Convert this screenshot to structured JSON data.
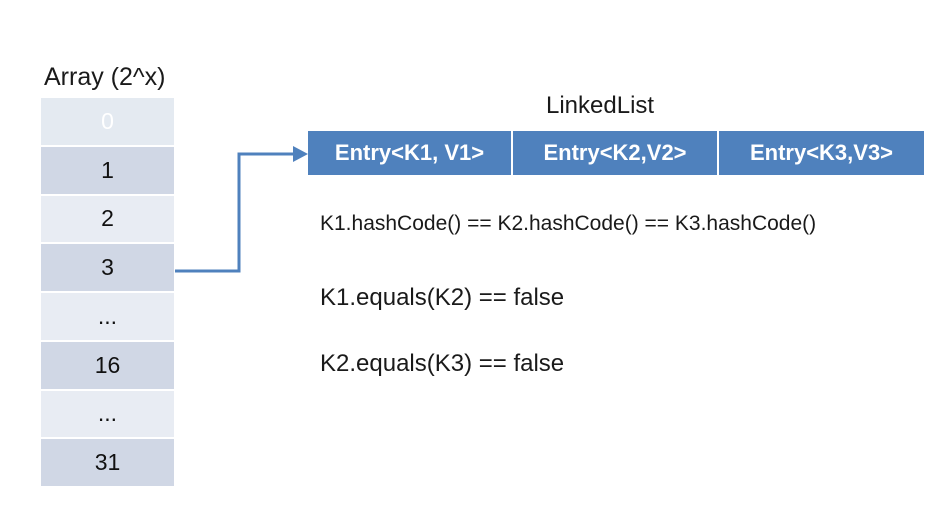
{
  "array": {
    "title": "Array (2^x)",
    "cells": [
      "0",
      "1",
      "2",
      "3",
      "...",
      "16",
      "...",
      "31"
    ]
  },
  "linked_list": {
    "title": "LinkedList",
    "entries": [
      "Entry<K1, V1>",
      "Entry<K2,V2>",
      "Entry<K3,V3>"
    ]
  },
  "statements": {
    "hash": "K1.hashCode() == K2.hashCode() == K3.hashCode()",
    "equals_1": "K1.equals(K2) == false",
    "equals_2": "K2.equals(K3) == false"
  },
  "colors": {
    "entry_fill": "#4f81bd",
    "arrow": "#4f81bd",
    "cell_dark": "#d0d7e5",
    "cell_light": "#e8ecf3"
  }
}
